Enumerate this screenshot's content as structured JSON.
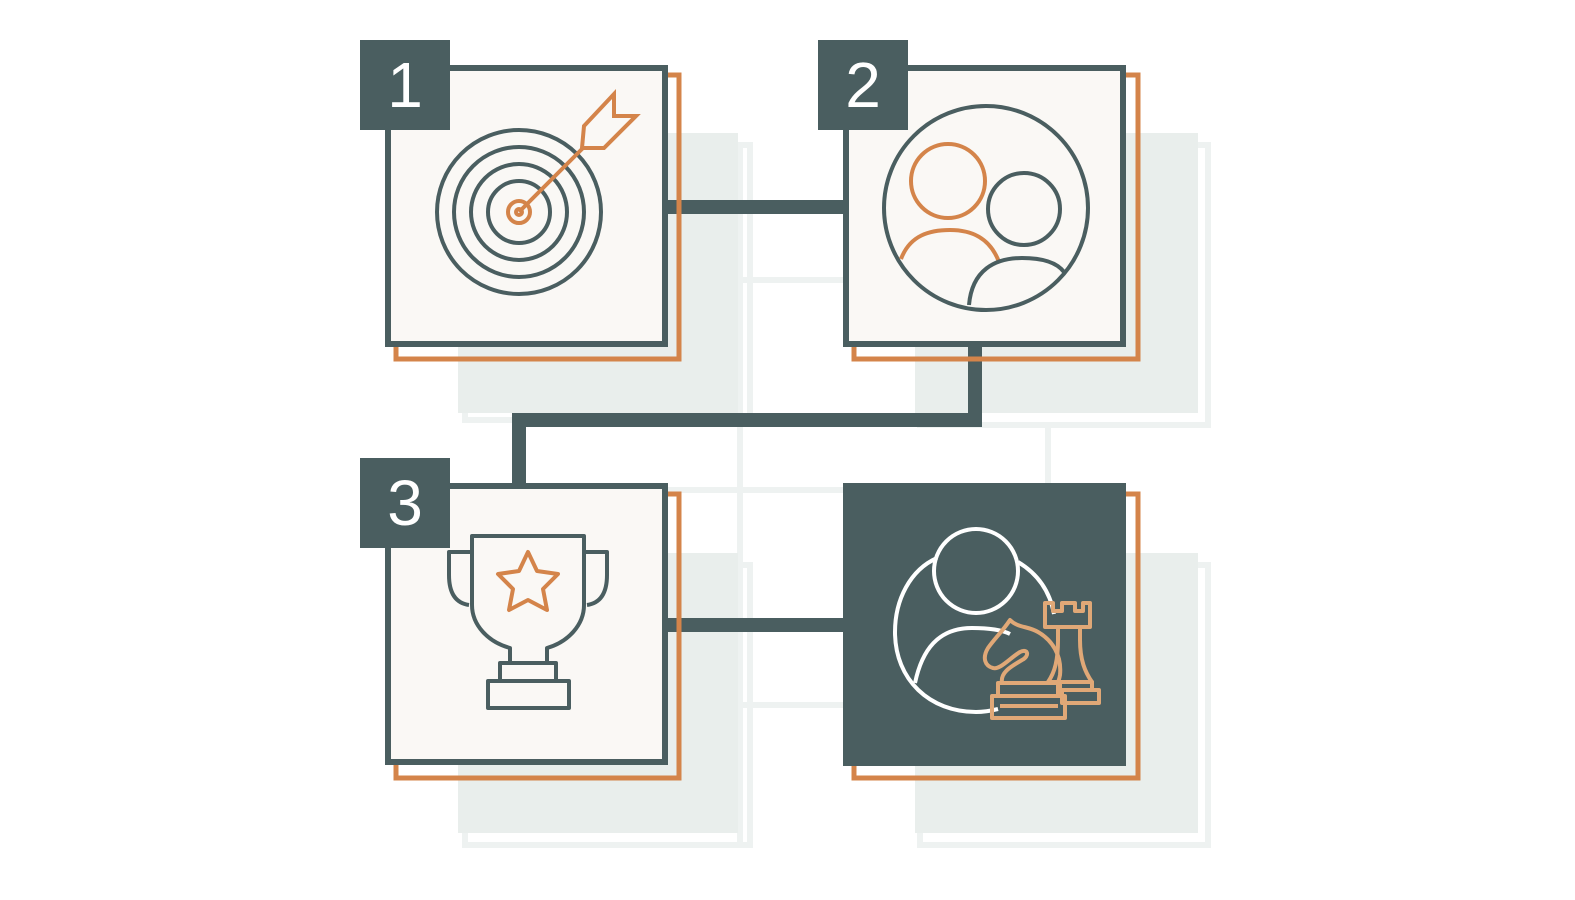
{
  "colors": {
    "dark": "#4a5e60",
    "accent": "#d4844a",
    "accent_light": "#e0a877",
    "card_bg": "#faf8f5",
    "ghost": "#e8eeec",
    "white": "#ffffff"
  },
  "steps": [
    {
      "number": "1",
      "icon": "target-arrow-icon"
    },
    {
      "number": "2",
      "icon": "two-people-icon"
    },
    {
      "number": "3",
      "icon": "trophy-star-icon"
    },
    {
      "number": "",
      "icon": "person-chess-strategy-icon"
    }
  ]
}
